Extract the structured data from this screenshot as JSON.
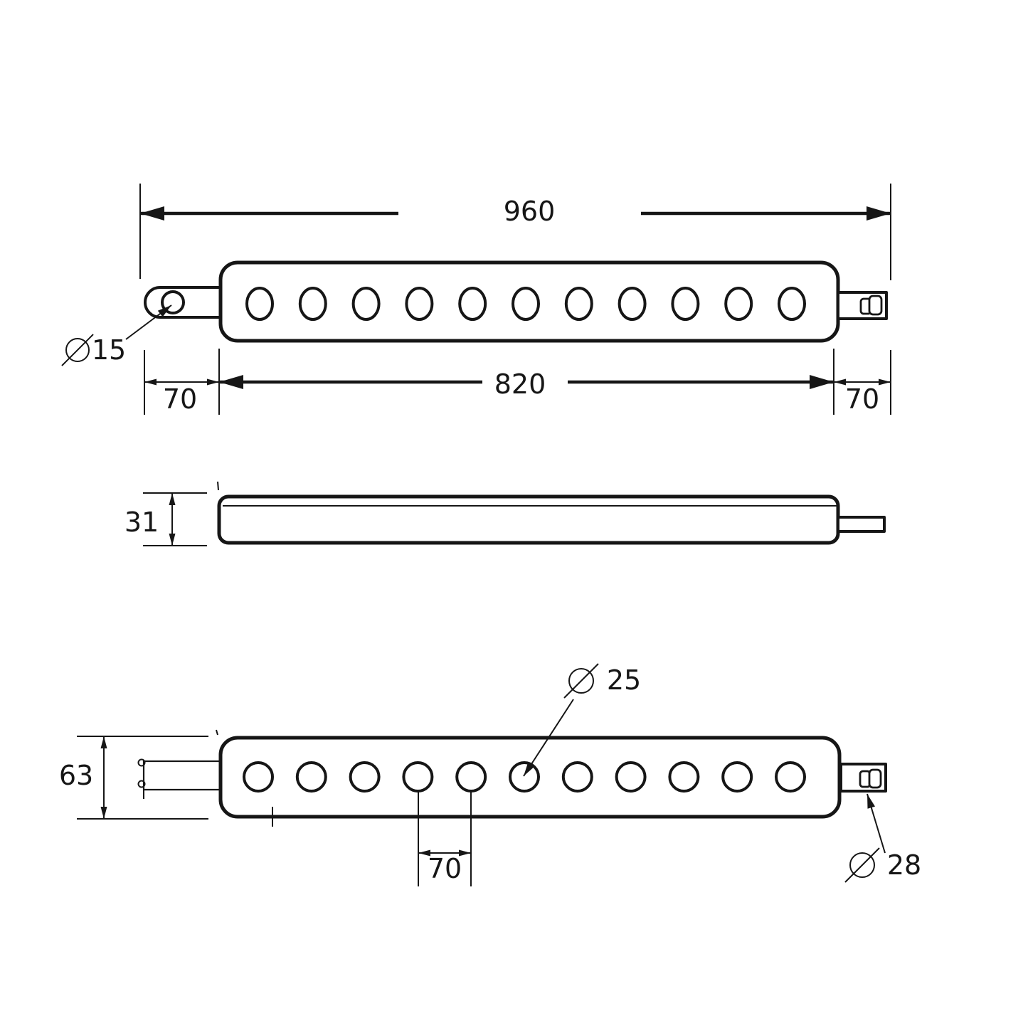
{
  "drawing": {
    "type": "technical-drawing",
    "part": "perforated drawbar, three orthographic views",
    "diameter_symbol": "⌀",
    "geometry": {
      "hole_count": 11
    },
    "dimensions": {
      "overall_length": {
        "value": "960",
        "unit_note": "total length across end fittings"
      },
      "body_length": {
        "value": "820",
        "unit_note": "length of perforated body"
      },
      "left_end_offset": {
        "value": "70"
      },
      "right_end_offset": {
        "value": "70"
      },
      "left_pin_hole": {
        "symbol": "⌀",
        "value": "15"
      },
      "bar_thickness": {
        "value": "31"
      },
      "bar_width": {
        "value": "63"
      },
      "hole_diameter": {
        "symbol": "⌀",
        "value": "25"
      },
      "hole_spacing": {
        "value": "70"
      },
      "end_pin_diameter": {
        "symbol": "⌀",
        "value": "28"
      }
    },
    "colors": {
      "line": "#161616",
      "background": "#ffffff"
    }
  }
}
